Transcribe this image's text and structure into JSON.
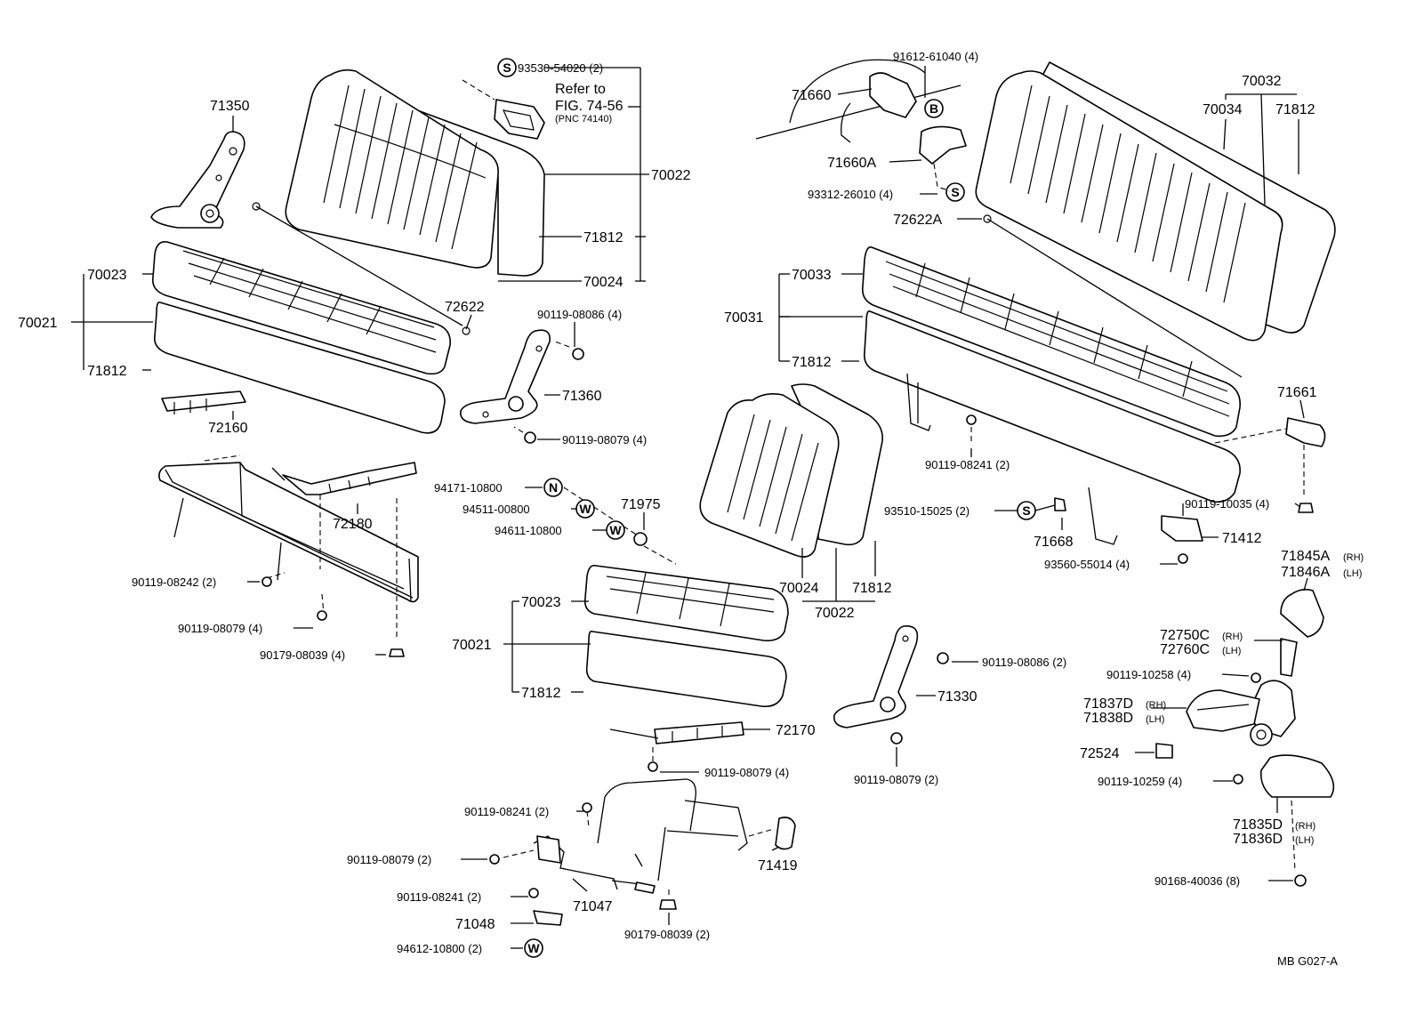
{
  "diagram_id": "MB  G027-A",
  "symbols": {
    "S": "S",
    "B": "B",
    "N": "N",
    "W": "W"
  },
  "refer": {
    "line1": "Refer to",
    "line2": "FIG. 74-56",
    "line3": "(PNC 74140)"
  },
  "labels": {
    "p71350": "71350",
    "p93530_54020": "93530-54020 (2)",
    "p70022_top": "70022",
    "p71812_a": "71812",
    "p70024_top": "70024",
    "p70023_l": "70023",
    "p70021_l": "70021",
    "p71812_l": "71812",
    "p72622": "72622",
    "p72160": "72160",
    "p90119_08086_m": "90119-08086 (4)",
    "p71360": "71360",
    "p90119_08079_m": "90119-08079 (4)",
    "p72180": "72180",
    "p90119_08242": "90119-08242 (2)",
    "p90119_08079_l": "90119-08079 (4)",
    "p90179_08039_l": "90179-08039 (4)",
    "p94171_10800": "94171-10800",
    "p94511_00800": "94511-00800",
    "p94611_10800": "94611-10800",
    "p71975": "71975",
    "p70023_c": "70023",
    "p70021_c": "70021",
    "p71812_c": "71812",
    "p72170": "72170",
    "p90119_08079_c": "90119-08079 (4)",
    "p90119_08241_c": "90119-08241 (2)",
    "p90119_08079_cb": "90119-08079 (2)",
    "p71419": "71419",
    "p90119_08241_cb": "90119-08241 (2)",
    "p71047": "71047",
    "p71048": "71048",
    "p94612_10800": "94612-10800 (2)",
    "p90179_08039_c": "90179-08039 (2)",
    "p70024_c": "70024",
    "p71812_cs": "71812",
    "p70022_c": "70022",
    "p91612_61040": "91612-61040 (4)",
    "p71660": "71660",
    "p71660A": "71660A",
    "p93312_26010": "93312-26010 (4)",
    "p72622A": "72622A",
    "p70032": "70032",
    "p70034": "70034",
    "p71812_r": "71812",
    "p70033": "70033",
    "p70031": "70031",
    "p71812_rs": "71812",
    "p71661": "71661",
    "p90119_08241_r": "90119-08241 (2)",
    "p90119_10035": "90119-10035 (4)",
    "p93510_15025": "93510-15025 (2)",
    "p71668": "71668",
    "p71412": "71412",
    "p93560_55014": "93560-55014 (4)",
    "p71845A": "71845A",
    "p71846A": "71846A",
    "p72750C": "72750C",
    "p72760C": "72760C",
    "p90119_10258": "90119-10258 (4)",
    "p71837D": "71837D",
    "p71838D": "71838D",
    "p72524": "72524",
    "p90119_10259": "90119-10259 (4)",
    "p71835D": "71835D",
    "p71836D": "71836D",
    "p90168_40036": "90168-40036 (8)",
    "p71330": "71330",
    "p90119_08086_r": "90119-08086 (2)",
    "p90119_08079_r": "90119-08079 (2)",
    "rh": "(RH)",
    "lh": "(LH)"
  }
}
